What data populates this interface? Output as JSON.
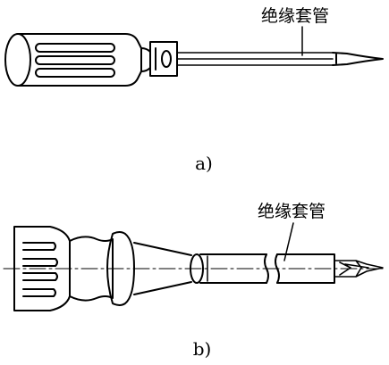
{
  "figure_a": {
    "caption": "a)",
    "callout": "绝缘套管"
  },
  "figure_b": {
    "caption": "b)",
    "callout": "绝缘套管"
  },
  "colors": {
    "stroke": "#000000",
    "background": "#ffffff"
  }
}
